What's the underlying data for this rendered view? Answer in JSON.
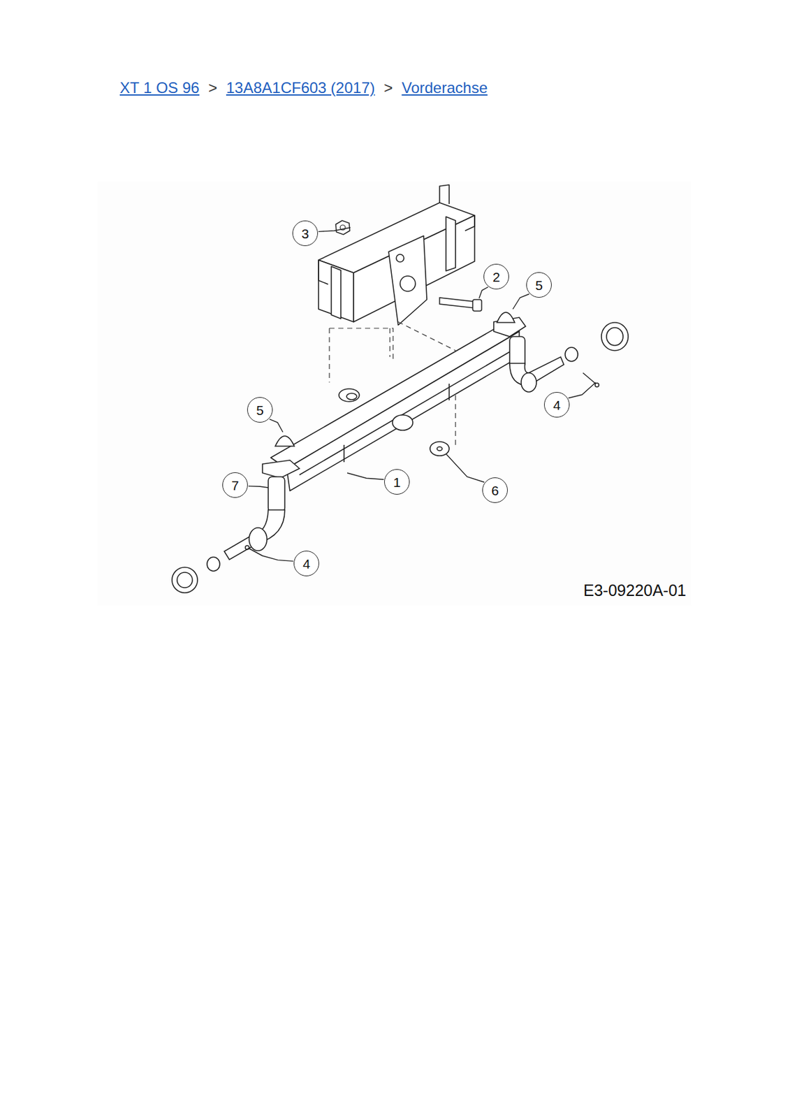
{
  "diagram": {
    "nodes": [
      {
        "text": [
          "3"
        ]
      },
      {
        "text": [
          "2"
        ]
      },
      {
        "text": [
          "5"
        ]
      },
      {
        "text": [
          "5"
        ]
      },
      {
        "text": [
          "4"
        ]
      },
      {
        "text": [
          "7"
        ]
      },
      {
        "text": [
          "1"
        ]
      },
      {
        "text": [
          "6"
        ]
      },
      {
        "text": [
          "4"
        ]
      }
    ],
    "labels": [
      "XT 1 OS 96",
      ">",
      "13A8A1CF603 (2017)",
      ">",
      "Vorderachse",
      "E3-09220A-01"
    ]
  }
}
